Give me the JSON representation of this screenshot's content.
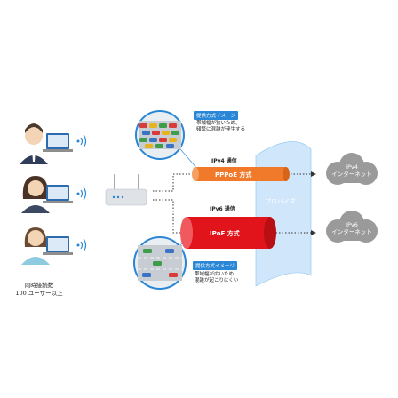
{
  "users_caption_line1": "同時接続数",
  "users_caption_line2": "100 ユーザー以上",
  "provider_label": "プロバイダ",
  "top_callout": {
    "tag": "提供方式イメージ",
    "desc_line1": "帯域幅が狭いため、",
    "desc_line2": "頻繁に混雑が発生する"
  },
  "bottom_callout": {
    "tag": "提供方式イメージ",
    "desc_line1": "帯域幅が広いため、",
    "desc_line2": "混雑が起こりにくい"
  },
  "ipv4": {
    "protocol_label": "IPv4 通信",
    "pipe_label": "PPPoE 方式",
    "cloud_line1": "IPv4",
    "cloud_line2": "インターネット"
  },
  "ipv6": {
    "protocol_label": "IPv6 通信",
    "pipe_label": "IPoE 方式",
    "cloud_line1": "IPv6",
    "cloud_line2": "インターネット"
  },
  "colors": {
    "blue": "#2a86d6",
    "light_blue": "#cfe6fb",
    "orange": "#f07a2a",
    "red": "#e1131b",
    "gray_cloud": "#9a9a9a",
    "gray": "#bdbdbd"
  }
}
